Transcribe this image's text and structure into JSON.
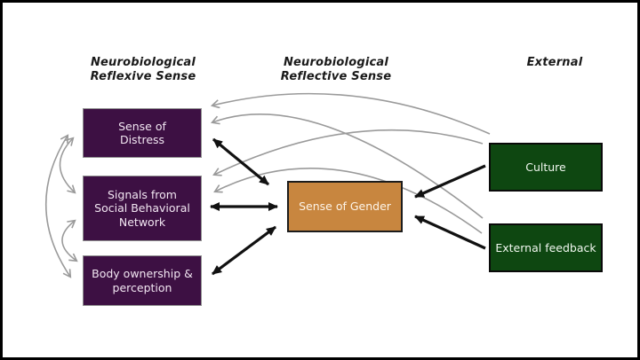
{
  "figure": {
    "headers": [
      {
        "id": "reflexive",
        "label": "Neurobiological\nReflexive Sense"
      },
      {
        "id": "reflective",
        "label": "Neurobiological\nReflective Sense"
      },
      {
        "id": "external",
        "label": "External"
      }
    ],
    "nodes": [
      {
        "id": "distress",
        "label": "Sense of\nDistress",
        "color": "#3d1043",
        "text_color": "#f2e6f2"
      },
      {
        "id": "signals",
        "label": "Signals from\nSocial Behavioral\nNetwork",
        "color": "#3d1043",
        "text_color": "#f2e6f2"
      },
      {
        "id": "body",
        "label": "Body ownership &\nperception",
        "color": "#3d1043",
        "text_color": "#f2e6f2"
      },
      {
        "id": "gender",
        "label": "Sense of Gender",
        "color": "#c8863f",
        "text_color": "#fdf4e8"
      },
      {
        "id": "culture",
        "label": "Culture",
        "color": "#0e4711",
        "text_color": "#f0f7ef"
      },
      {
        "id": "external_feedback",
        "label": "External feedback",
        "color": "#0e4711",
        "text_color": "#f0f7ef"
      }
    ],
    "edges": [
      {
        "from": "culture",
        "to": "distress",
        "type": "one-way",
        "color": "#9a9a9a"
      },
      {
        "from": "culture",
        "to": "signals",
        "type": "one-way",
        "color": "#9a9a9a"
      },
      {
        "from": "external_feedback",
        "to": "distress",
        "type": "one-way",
        "color": "#9a9a9a"
      },
      {
        "from": "external_feedback",
        "to": "signals",
        "type": "one-way",
        "color": "#9a9a9a"
      },
      {
        "from": "distress",
        "to": "signals",
        "type": "two-way",
        "color": "#9a9a9a"
      },
      {
        "from": "signals",
        "to": "body",
        "type": "two-way",
        "color": "#9a9a9a"
      },
      {
        "from": "distress",
        "to": "body",
        "type": "two-way",
        "color": "#9a9a9a"
      },
      {
        "from": "distress",
        "to": "gender",
        "type": "two-way",
        "color": "#111111"
      },
      {
        "from": "signals",
        "to": "gender",
        "type": "two-way",
        "color": "#111111"
      },
      {
        "from": "body",
        "to": "gender",
        "type": "two-way",
        "color": "#111111"
      },
      {
        "from": "culture",
        "to": "gender",
        "type": "one-way",
        "color": "#111111"
      },
      {
        "from": "external_feedback",
        "to": "gender",
        "type": "one-way",
        "color": "#111111"
      }
    ],
    "colors": {
      "background": "#ffffff",
      "frame": "#000000",
      "reflexive_link_gray": "#9a9a9a",
      "reflective_link_black": "#111111",
      "purple_node": "#3d1043",
      "green_node": "#0e4711",
      "orange_node": "#c8863f"
    }
  }
}
